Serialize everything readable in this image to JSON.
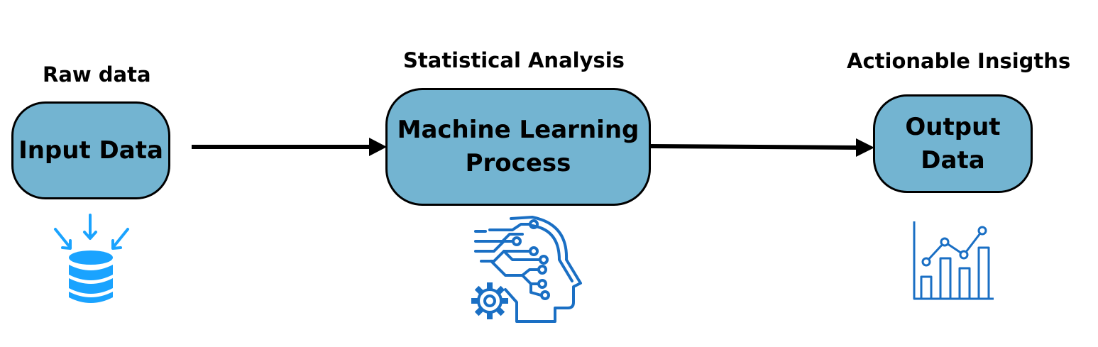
{
  "nodes": {
    "input": {
      "title": "Input Data",
      "caption": "Raw data",
      "icon": "database-icon"
    },
    "process": {
      "title_line1": "Machine Learning",
      "title_line2": "Process",
      "caption": "Statistical Analysis",
      "icon": "ai-head-gear-icon"
    },
    "output": {
      "title_line1": "Output",
      "title_line2": "Data",
      "caption": "Actionable Insigths",
      "icon": "bar-line-chart-icon"
    }
  },
  "edges": [
    {
      "from": "input",
      "to": "process"
    },
    {
      "from": "process",
      "to": "output"
    }
  ],
  "colors": {
    "box_fill": "#73b4d1",
    "border": "#000000",
    "db_icon": "#1aa3ff",
    "line_icon": "#1a6fc4"
  }
}
